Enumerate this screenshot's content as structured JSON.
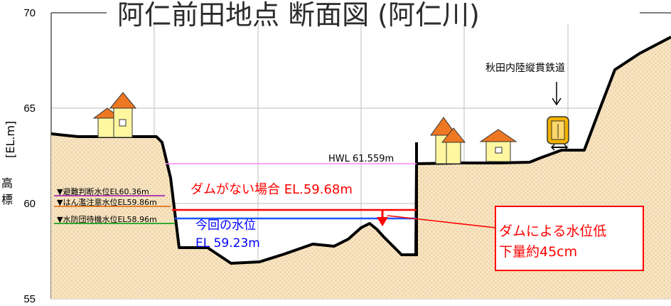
{
  "title": "阿仁前田地点 断面図 (阿仁川)",
  "y_axis": {
    "label_kanji_1": "標",
    "label_kanji_2": "高",
    "label_unit": "[EL.m]",
    "ticks": [
      "70",
      "65",
      "60",
      "55"
    ]
  },
  "water_levels": {
    "evacuation": "▼避難判断水位EL60.36m",
    "flood_caution": "▼はん濫注意水位EL59.86m",
    "standby": "▼水防団待機水位EL58.96m",
    "hwl": "HWL 61.559m"
  },
  "annotations": {
    "no_dam_label": "ダムがない場合 EL.59.68m",
    "current_label_1": "今回の水位",
    "current_label_2": "EL 59.23m",
    "callout_1": "ダムによる水位低",
    "callout_2": "下量約45cm",
    "railway": "秋田内陸縦貫鉄道"
  },
  "colors": {
    "ground_fill": "#f7e3bf",
    "grid": "#bdbdbd",
    "hwl_line": "#ff88ff",
    "evacuation_line": "#b040b0",
    "caution_line": "#e08030",
    "standby_line": "#33aa33",
    "no_dam_line": "#ff0000",
    "current_line": "#2255ff",
    "house_wall": "#fff7a0",
    "house_roof": "#ee7722"
  }
}
